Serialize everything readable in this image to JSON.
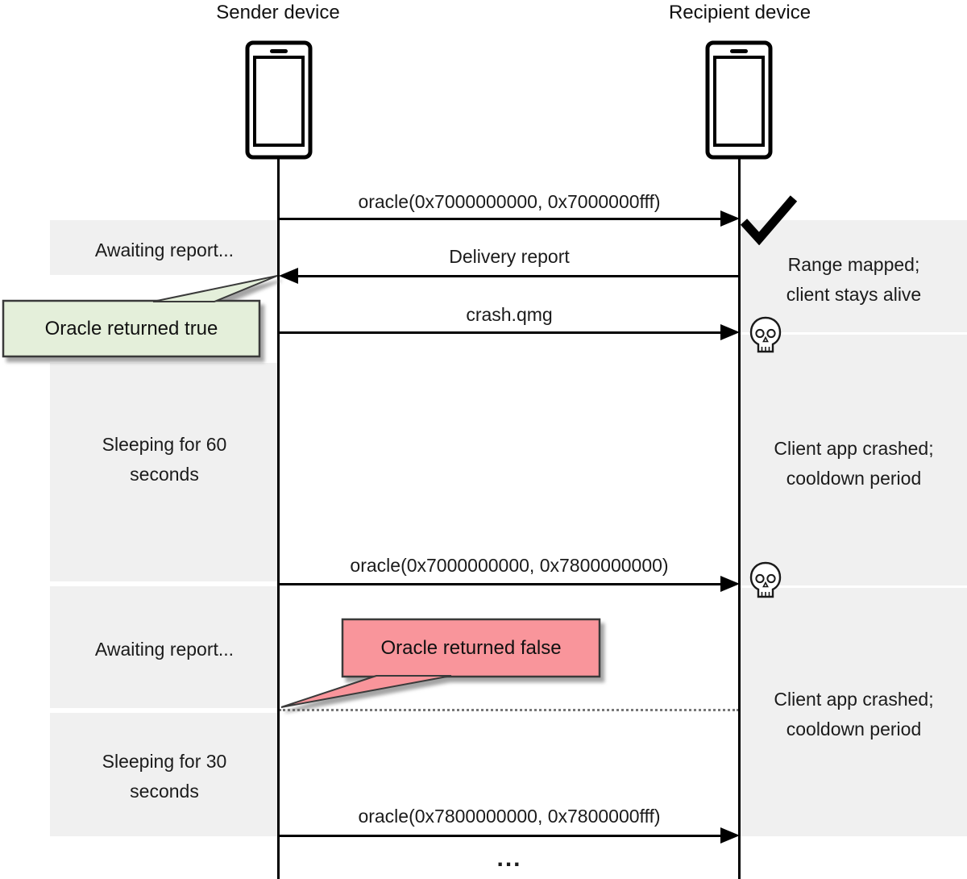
{
  "actors": {
    "sender": "Sender device",
    "recipient": "Recipient device"
  },
  "messages": [
    {
      "label": "oracle(0x7000000000, 0x7000000fff)",
      "direction": "right",
      "result_icon": "checkmark-icon"
    },
    {
      "label": "Delivery report",
      "direction": "left",
      "result_icon": ""
    },
    {
      "label": "crash.qmg",
      "direction": "right",
      "result_icon": "skull-icon"
    },
    {
      "label": "oracle(0x7000000000, 0x7800000000)",
      "direction": "right",
      "result_icon": "skull-icon"
    },
    {
      "label": "oracle(0x7800000000, 0x7800000fff)",
      "direction": "right",
      "result_icon": ""
    }
  ],
  "sender_states": [
    {
      "line1": "Awaiting report...",
      "line2": ""
    },
    {
      "line1": "Sleeping for 60",
      "line2": "seconds"
    },
    {
      "line1": "Awaiting report...",
      "line2": ""
    },
    {
      "line1": "Sleeping for 30",
      "line2": "seconds"
    }
  ],
  "recipient_states": [
    {
      "line1": "Range mapped;",
      "line2": "client stays alive"
    },
    {
      "line1": "Client app crashed;",
      "line2": "cooldown period"
    },
    {
      "line1": "Client app crashed;",
      "line2": "cooldown period"
    }
  ],
  "callouts": [
    {
      "text": "Oracle returned true",
      "type": "true",
      "fill": "#e4efda"
    },
    {
      "text": "Oracle returned false",
      "type": "false",
      "fill": "#f9959b"
    }
  ],
  "ellipsis": "...",
  "icons": {
    "sender_device": "smartphone-icon",
    "recipient_device": "smartphone-icon",
    "success": "checkmark-icon",
    "crash": "skull-icon"
  },
  "colors": {
    "background": "#ffffff",
    "band": "#f0f0f0",
    "line": "#000000",
    "callout_true_fill": "#e4efda",
    "callout_false_fill": "#f9959b",
    "callout_border": "#3a3a3a",
    "dotted_line": "#777777"
  }
}
